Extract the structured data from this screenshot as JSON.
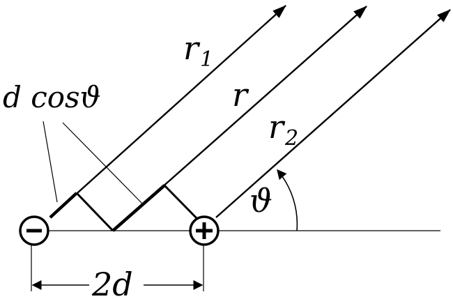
{
  "labels": {
    "r1": {
      "base": "r",
      "sub": "1"
    },
    "r": "r",
    "r2": {
      "base": "r",
      "sub": "2"
    },
    "dcos": "d cosϑ",
    "theta": "ϑ",
    "spacing": "2d"
  },
  "charges": {
    "negative": "−",
    "positive": "+"
  },
  "colors": {
    "ink": "#000000",
    "background": "#ffffff"
  }
}
